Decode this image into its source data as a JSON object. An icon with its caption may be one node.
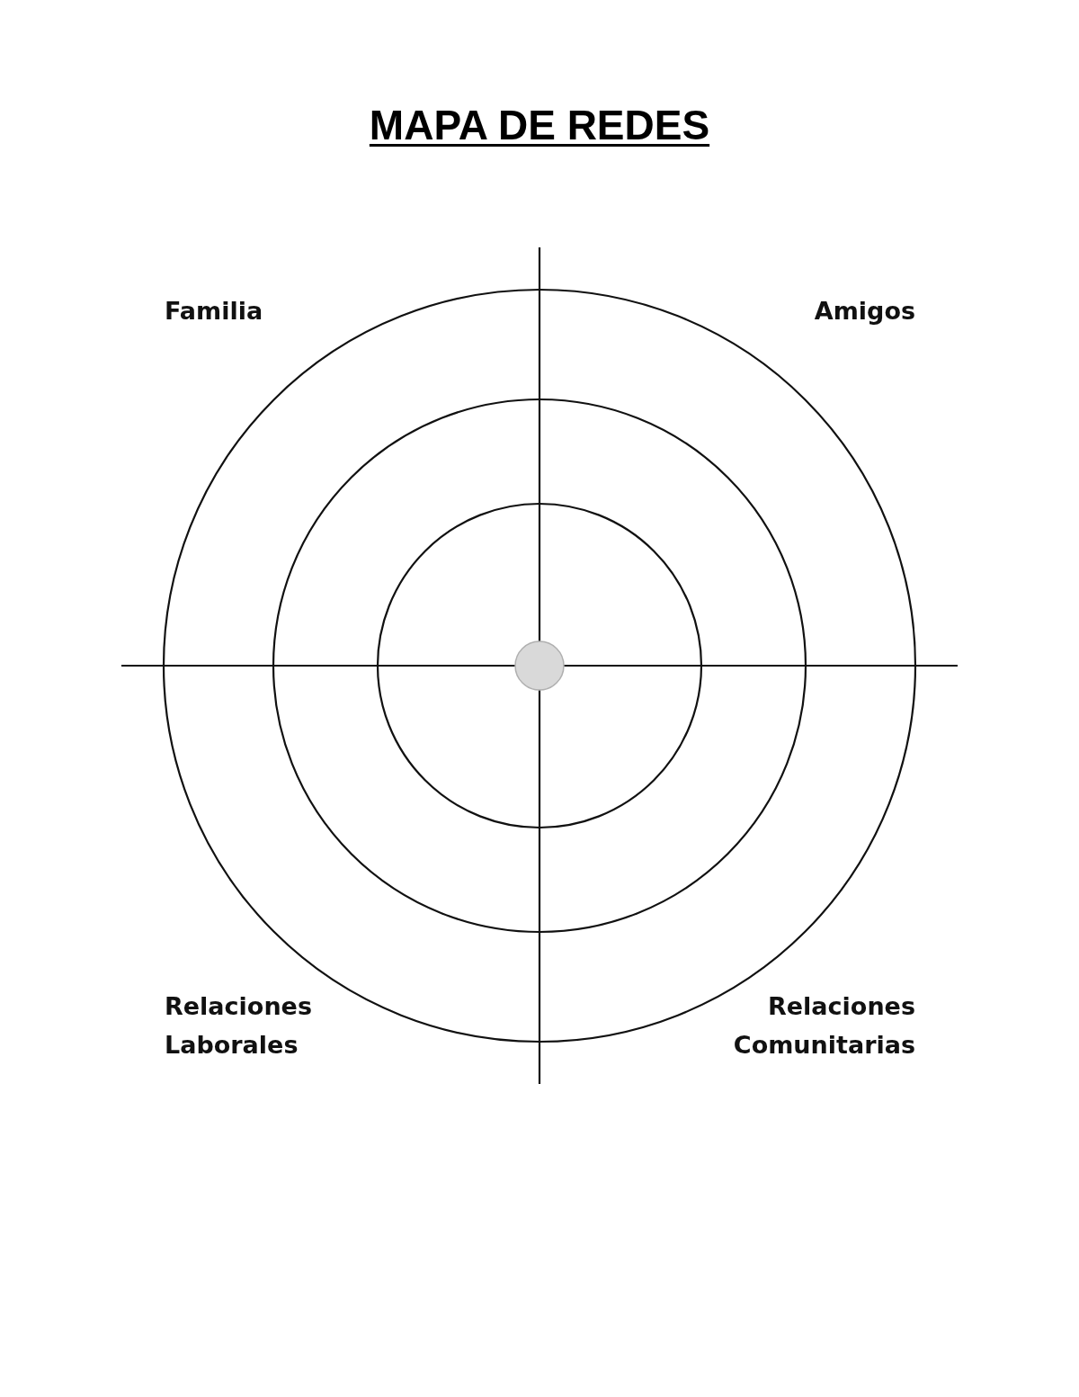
{
  "diagram": {
    "title": "MAPA DE REDES",
    "labels": [
      "Familia",
      "Amigos",
      "Relaciones Laborales",
      "Relaciones Comunitarias"
    ]
  }
}
